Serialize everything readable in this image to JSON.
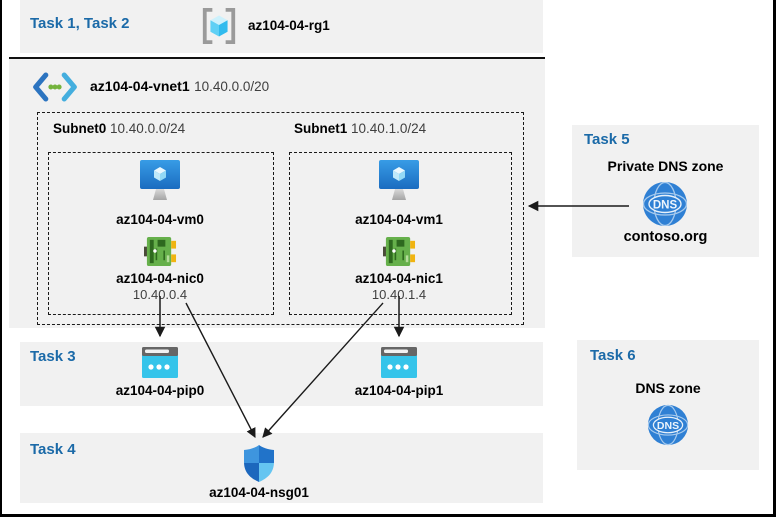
{
  "colors": {
    "accent_blue": "#1b6aa8",
    "panel_bg": "#f1f1f1",
    "arrow": "#1a1a1a"
  },
  "header": {
    "tasks_label": "Task 1, Task 2",
    "resource_group_name": "az104-04-rg1"
  },
  "vnet": {
    "name": "az104-04-vnet1",
    "cidr": "10.40.0.0/20",
    "subnets": [
      {
        "name": "Subnet0",
        "cidr": "10.40.0.0/24",
        "vm_name": "az104-04-vm0",
        "nic_name": "az104-04-nic0",
        "nic_ip": "10.40.0.4"
      },
      {
        "name": "Subnet1",
        "cidr": "10.40.1.0/24",
        "vm_name": "az104-04-vm1",
        "nic_name": "az104-04-nic1",
        "nic_ip": "10.40.1.4"
      }
    ]
  },
  "task3": {
    "label": "Task 3",
    "pip0_name": "az104-04-pip0",
    "pip1_name": "az104-04-pip1"
  },
  "task4": {
    "label": "Task 4",
    "nsg_name": "az104-04-nsg01"
  },
  "task5": {
    "label": "Task 5",
    "title": "Private DNS zone",
    "zone_name": "contoso.org"
  },
  "task6": {
    "label": "Task 6",
    "title": "DNS zone"
  },
  "icons": {
    "dns_badge_label": "DNS"
  }
}
